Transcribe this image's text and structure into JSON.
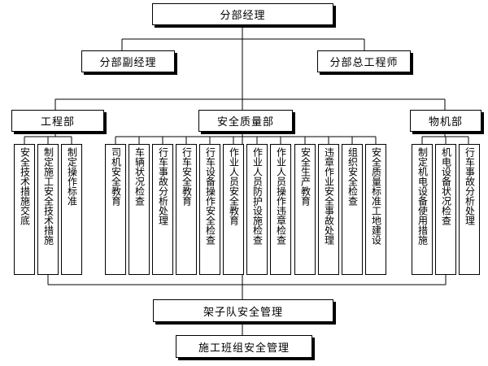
{
  "top": {
    "title": "分部经理"
  },
  "level2": {
    "deputy": "分部副经理",
    "chief_engineer": "分部总工程师"
  },
  "departments": {
    "engineering": "工程部",
    "safety_quality": "安全质量部",
    "equipment": "物机部"
  },
  "engineering_items": [
    "安全技术措施交底",
    "制定施工安全技术措施",
    "制定操作标准"
  ],
  "safety_items": [
    "司机安全教育",
    "车辆状况检查",
    "行车事故分析处理",
    "行车安全教育",
    "行车设备操作安全检查",
    "作业人员安全教育",
    "作业人员防护设施检查",
    "作业人员操作违章检查",
    "安全生产教育",
    "违章作业安全事故处理",
    "组织安全检查",
    "安全质量标准工地建设"
  ],
  "equipment_items": [
    "制定机电设备使用措施",
    "机电设备状况检查",
    "行车事故分析处理"
  ],
  "bottom": {
    "team": "架子队安全管理",
    "crew": "施工班组安全管理"
  }
}
